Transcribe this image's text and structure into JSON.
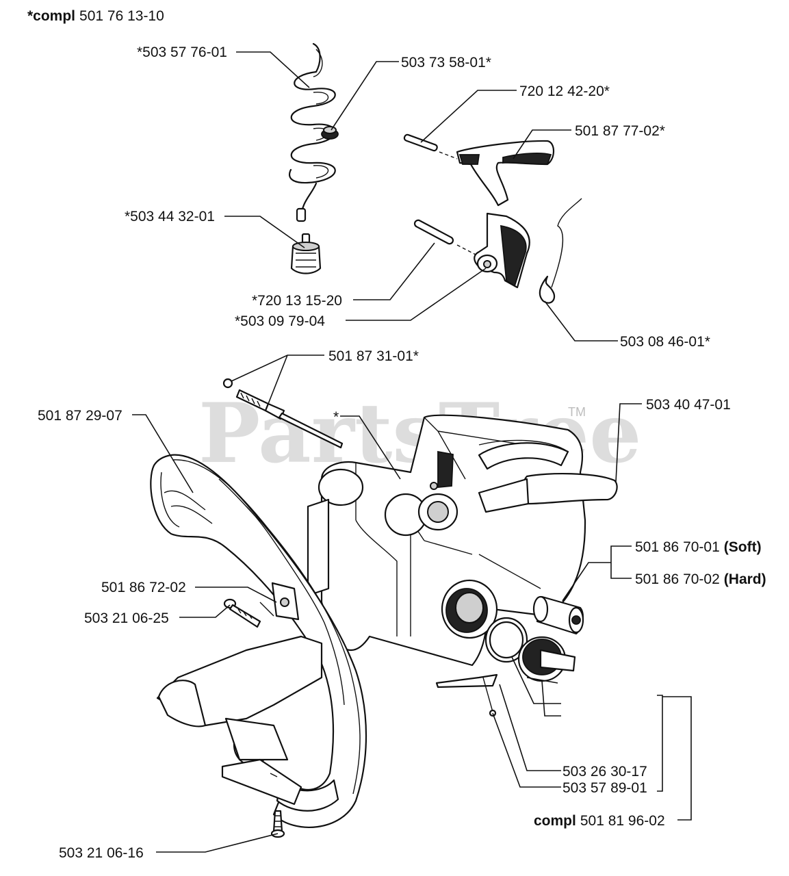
{
  "watermark": {
    "text": "PartsTree",
    "trademark": "TM"
  },
  "labels": {
    "compl_top_prefix": "*compl",
    "compl_top_number": "501 76 13-10",
    "fuel_hose": "*503 57 76-01",
    "grommet": "503 73 58-01*",
    "fuel_filter": "*503 44 32-01",
    "pin_top": "720 12 42-20*",
    "throttle_trigger": "501 87 77-02*",
    "pin_lower": "*720 13 15-20",
    "throttle_lockout": "*503 09 79-04",
    "spring": "503 08 46-01*",
    "rod": "501 87 31-01*",
    "handle_bar": "501 87 29-07",
    "asterisk": "*",
    "choke_lever": "503 40 47-01",
    "buffer_soft_number": "501 86 70-01",
    "buffer_soft_qualifier": "(Soft)",
    "buffer_hard_number": "501 86 70-02",
    "buffer_hard_qualifier": "(Hard)",
    "bracket": "501 86 72-02",
    "screw_side": "503 21 06-25",
    "oring": "503 26 30-17",
    "strap": "503 57 89-01",
    "compl_bottom_prefix": "compl",
    "compl_bottom_number": "501 81 96-02",
    "screw_bottom": "503 21 06-16"
  }
}
